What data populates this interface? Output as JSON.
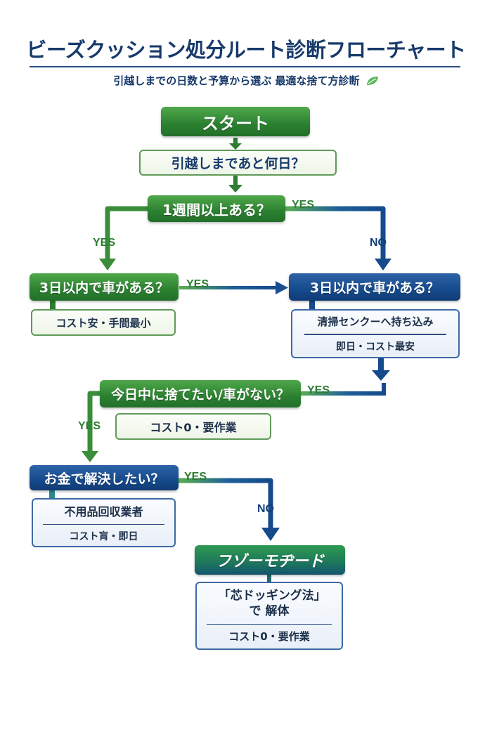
{
  "header": {
    "title": "ビーズクッション処分ルート診断フローチャート",
    "subtitle": "引越しまでの日数と予算から選ぶ 最適な捨て方診断",
    "subtitle_icon": "leaf-icon"
  },
  "colors": {
    "green": "#2b8030",
    "blue": "#154a8c",
    "title": "#173a6b",
    "light_green_bg": "#eef5e8",
    "light_blue_bg": "#e9eff8"
  },
  "flow": {
    "start": "スタート",
    "q_days": "引越しまであと何日？",
    "q_week": "1週間以上ある？",
    "q_car_left": "3日以内で車がある？",
    "result_left": "コスト安・手間最小",
    "q_car_right": "3日以内で車がある？",
    "result_right": {
      "title": "清掃センクーへ持ち込み",
      "detail": "即日・コスト最安"
    },
    "q_today": "今日中に捨てたい/車がない？",
    "result_today": "コスト0・要作業",
    "q_money": "お金で解決したい？",
    "result_money": {
      "title": "不用品回収業者",
      "detail": "コスト肓・即日"
    },
    "mode": "フゾーモヂード",
    "result_mode": {
      "title": "「芯ドッギング法」で 解体",
      "detail": "コスト0・要作業"
    }
  },
  "edge_labels": {
    "week_yes_right": "YES",
    "week_yes_left": "YES",
    "week_no": "NO",
    "car_left_yes": "YES",
    "today_yes_right": "YES",
    "today_yes_left": "YES",
    "money_yes": "YES",
    "money_no": "NO"
  }
}
